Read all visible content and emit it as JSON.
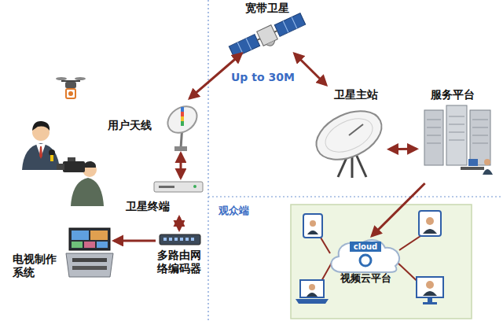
{
  "diagram": {
    "nodes": [
      {
        "text": [
          "宽带卫星"
        ]
      },
      {
        "text": [
          "用户天线"
        ]
      },
      {
        "text": [
          "卫星主站"
        ]
      },
      {
        "text": [
          "服务平台"
        ]
      },
      {
        "text": [
          "卫星终端"
        ]
      },
      {
        "text": [
          "多路由网络编码器"
        ]
      },
      {
        "text": [
          "电视制作系统"
        ]
      },
      {
        "text": [
          "观众端"
        ]
      },
      {
        "text": [
          "cloud",
          "视频云平台"
        ],
        "in": 7
      }
    ],
    "edges": [
      {
        "from": 1,
        "to": 0,
        "arrow": "both"
      },
      {
        "from": 0,
        "to": 2,
        "arrow": "both"
      },
      {
        "from": 2,
        "to": 3,
        "arrow": "both"
      },
      {
        "from": 3,
        "to": 8,
        "arrow": "to"
      },
      {
        "from": 1,
        "to": 4,
        "arrow": "both"
      },
      {
        "from": 4,
        "to": 5,
        "arrow": "both"
      },
      {
        "from": 5,
        "to": 6,
        "arrow": "to"
      }
    ],
    "labels": [
      "Up to 30M"
    ]
  }
}
